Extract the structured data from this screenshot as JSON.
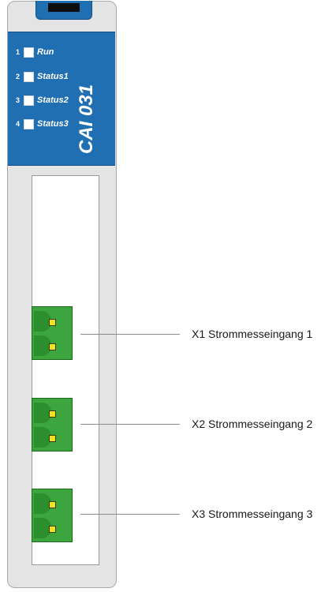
{
  "module": {
    "model": "CAI 031",
    "leds": [
      {
        "number": "1",
        "label": "Run"
      },
      {
        "number": "2",
        "label": "Status1"
      },
      {
        "number": "3",
        "label": "Status2"
      },
      {
        "number": "4",
        "label": "Status3"
      }
    ],
    "colors": {
      "housing": "#e4e4e4",
      "panel": "#1f6fb2",
      "connector": "#3da53d",
      "pin": "#f1e323"
    }
  },
  "connectors": [
    {
      "label": "X1 Strommesseingang 1"
    },
    {
      "label": "X2 Strommesseingang 2"
    },
    {
      "label": "X3 Strommesseingang 3"
    }
  ]
}
